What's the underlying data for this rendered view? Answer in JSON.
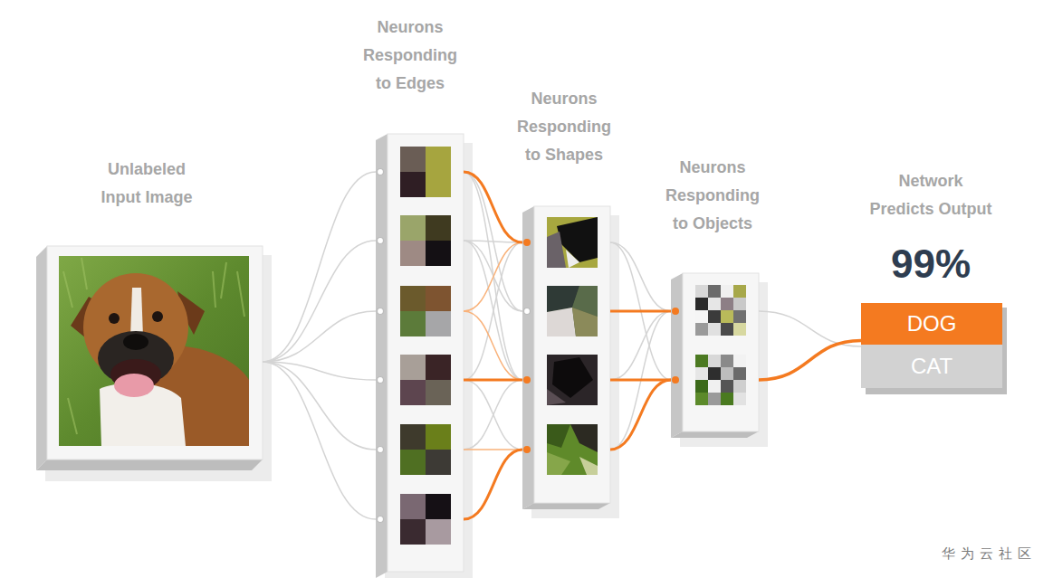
{
  "diagram": {
    "nodes": [
      {
        "text": [
          "Unlabeled Input Image"
        ]
      },
      {
        "text": [
          "Neurons Responding to Edges"
        ]
      },
      {
        "text": [
          "Neurons Responding to Shapes"
        ]
      },
      {
        "text": [
          "Neurons Responding to Objects"
        ]
      },
      {
        "text": [
          "Network Predicts Output",
          "99%"
        ]
      },
      {
        "text": [
          "DOG"
        ],
        "in": 4
      },
      {
        "text": [
          "CAT"
        ],
        "in": 4
      }
    ],
    "edges": [
      {
        "from": 0,
        "to": 1,
        "arrow": "none"
      },
      {
        "from": 1,
        "to": 2,
        "arrow": "none"
      },
      {
        "from": 2,
        "to": 3,
        "arrow": "none"
      },
      {
        "from": 3,
        "to": 5,
        "arrow": "none"
      }
    ],
    "labels": [
      "华为云社区"
    ]
  }
}
